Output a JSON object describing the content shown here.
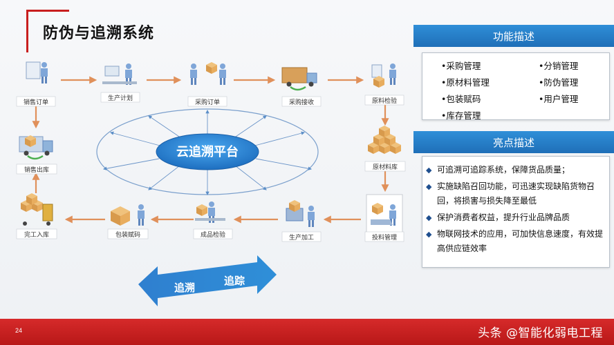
{
  "title": "防伪与追溯系统",
  "nodes": [
    {
      "id": "sales-order",
      "label": "销售订单"
    },
    {
      "id": "production-plan",
      "label": "生产计划"
    },
    {
      "id": "purchase-order",
      "label": "采购订单"
    },
    {
      "id": "purchase-receive",
      "label": "采购接收"
    },
    {
      "id": "raw-inspection",
      "label": "原料检验"
    },
    {
      "id": "raw-warehouse",
      "label": "原材料库"
    },
    {
      "id": "feeding-mgmt",
      "label": "投料管理"
    },
    {
      "id": "production-process",
      "label": "生产加工"
    },
    {
      "id": "finished-inspection",
      "label": "成品检验"
    },
    {
      "id": "packing-coding",
      "label": "包装赋码"
    },
    {
      "id": "completion-storage",
      "label": "完工入库"
    },
    {
      "id": "sales-outbound",
      "label": "销售出库"
    }
  ],
  "center": {
    "label": "云追溯平台"
  },
  "direction_arrow": {
    "left": "追溯",
    "right": "追踪"
  },
  "function_panel": {
    "heading": "功能描述",
    "items": [
      "•采购管理",
      "•分销管理",
      "•原材料管理",
      "•防伪管理",
      "•包装赋码",
      "•用户管理",
      "•库存管理"
    ]
  },
  "highlight_panel": {
    "heading": "亮点描述",
    "items": [
      "可追溯可追踪系统，保障货品质量；",
      "实施缺陷召回功能，可迅速实现缺陷货物召回，将损害与损失降至最低",
      "保护消费者权益，提升行业品牌品质",
      "物联网技术的应用，可加快信息速度，有效提高供应链效率"
    ]
  },
  "footer": {
    "page_number": "24",
    "watermark": "头条 @智能化弱电工程"
  },
  "colors": {
    "accent_red": "#c81e1e",
    "panel_blue": "#2a82cc",
    "flow_arrow": "#e0905a",
    "cloud_blue": "#2f8fd8"
  }
}
